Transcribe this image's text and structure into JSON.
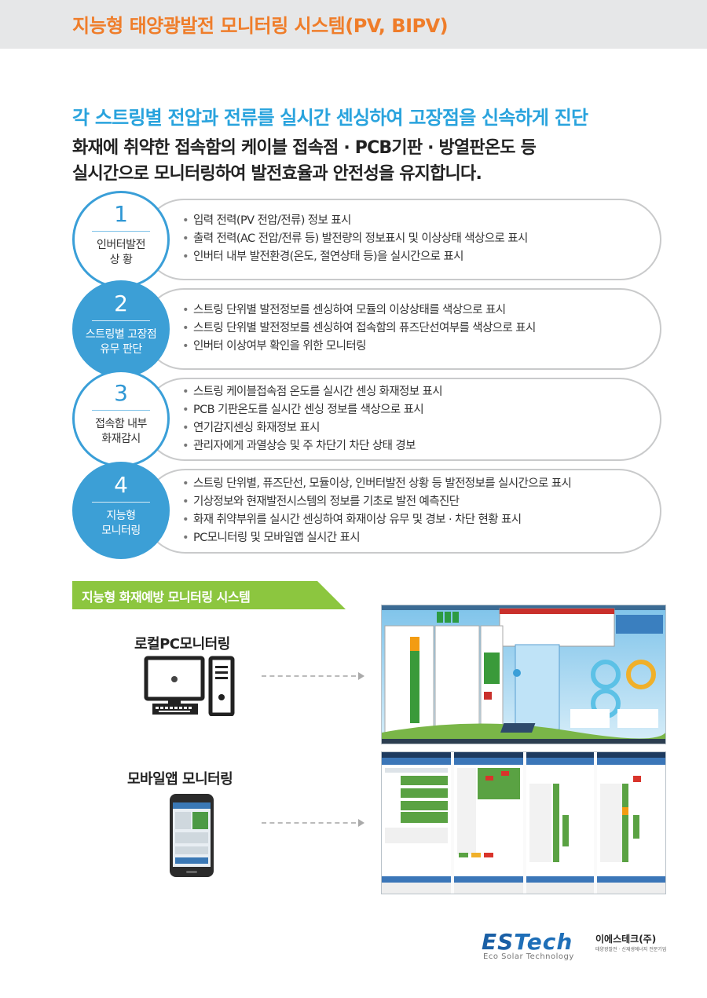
{
  "header": {
    "title": "지능형 태양광발전 모니터링 시스템(PV, BIPV)"
  },
  "intro": {
    "headline": "각 스트링별 전압과 전류를 실시간 센싱하여 고장점을 신속하게 진단",
    "line1": "화재에 취약한 접속함의 케이블 접속점 · PCB기판 · 방열판온도 등",
    "line2": "실시간으로 모니터링하여 발전효율과 안전성을 유지합니다."
  },
  "features": [
    {
      "num": "1",
      "label1": "인버터발전",
      "label2": "상 황",
      "bullets": [
        "입력 전력(PV 전압/전류) 정보 표시",
        "출력 전력(AC 전압/전류 등) 발전량의 정보표시 및 이상상태 색상으로 표시",
        "인버터 내부 발전환경(온도, 절연상태 등)을 실시간으로 표시"
      ]
    },
    {
      "num": "2",
      "label1": "스트링별 고장점",
      "label2": "유무 판단",
      "bullets": [
        "스트링 단위별 발전정보를 센싱하여 모듈의 이상상태를 색상으로 표시",
        "스트링 단위별 발전정보를 센싱하여 접속함의 퓨즈단선여부를 색상으로 표시",
        "인버터 이상여부 확인을 위한 모니터링"
      ]
    },
    {
      "num": "3",
      "label1": "접속함 내부",
      "label2": "화재감시",
      "bullets": [
        "스트링 케이블접속점 온도를 실시간 센싱 화재정보 표시",
        "PCB 기판온도를 실시간 센싱  정보를 색상으로 표시",
        "연기감지센싱 화재정보 표시",
        "관리자에게 과열상승 및 주 차단기 차단 상태 경보"
      ]
    },
    {
      "num": "4",
      "label1": "지능형",
      "label2": "모니터링",
      "bullets": [
        "스트링 단위별, 퓨즈단선, 모듈이상, 인버터발전 상황 등 발전정보를 실시간으로 표시",
        "기상정보와 현재발전시스템의  정보를 기초로 발전 예측진단",
        "화재 취약부위를 실시간 센싱하여 화재이상 유무 및  경보 · 차단 현황 표시",
        "PC모니터링 및 모바일앱 실시간 표시"
      ]
    }
  ],
  "system": {
    "banner": "지능형 화재예방 모니터링 시스템",
    "local_pc": "로컬PC모니터링",
    "mobile": "모바일앱 모니터링"
  },
  "footer": {
    "brand_es": "ES",
    "brand_tech": "Tech",
    "tagline": "Eco Solar Technology",
    "company": "이에스테크(주)",
    "company_sub": "태양광발전 · 신재생에너지 전문기업"
  },
  "colors": {
    "accent_orange": "#ef7d2a",
    "accent_blue": "#29a3dd",
    "circle_blue": "#3c9fd6",
    "banner_green": "#8cc63f"
  },
  "icons": [
    "desktop-pc-icon",
    "smartphone-icon"
  ]
}
